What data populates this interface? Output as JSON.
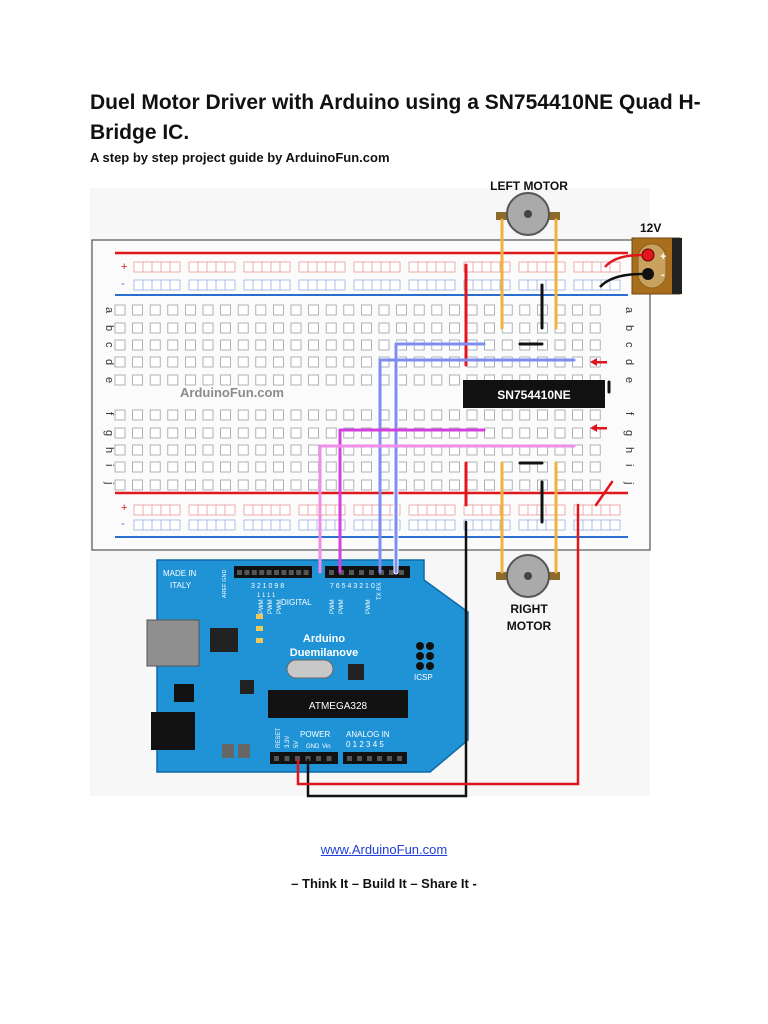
{
  "document": {
    "title": "Duel Motor Driver with Arduino using a SN754410NE Quad H-Bridge IC.",
    "subtitle": "A step by step project guide by ArduinoFun.com",
    "link": "www.ArduinoFun.com",
    "tagline": "– Think It – Build It – Share It -"
  },
  "diagram": {
    "left_motor_label": "LEFT MOTOR",
    "right_motor_label_1": "RIGHT",
    "right_motor_label_2": "MOTOR",
    "power_label": "12V",
    "power_plus": "+",
    "power_minus": "-",
    "rail_plus": "+",
    "rail_minus": "-",
    "breadboard_watermark": "ArduinoFun.com",
    "chip_label": "SN754410NE",
    "row_letters": [
      "a",
      "b",
      "c",
      "d",
      "e",
      "f",
      "g",
      "h",
      "i",
      "j"
    ],
    "arduino": {
      "made_in_1": "MADE IN",
      "made_in_2": "ITALY",
      "digital_label": "DIGITAL",
      "board_name_1": "Arduino",
      "board_name_2": "Duemilanove",
      "chip": "ATMEGA328",
      "icsp": "ICSP",
      "power_label": "POWER",
      "analog_label": "ANALOG  IN",
      "analog_pins": "0 1 2 3 4 5",
      "digital_pins_1": "3 2 1 0 9 8",
      "digital_pins_2": "7 6 5 4 3 2 1 0",
      "digital_pins_1_top": "1 1 1 1",
      "aref_gnd": "AREF GND",
      "tx_rx": "TX RX",
      "pwm": "PWM",
      "reset": "RESET",
      "v33": "3.3V",
      "v5": "5V",
      "gnd": "GND",
      "vin": "Vin"
    }
  },
  "colors": {
    "red_wire": "#e0161c",
    "black_wire": "#111111",
    "blue_wire": "#7f8df0",
    "magenta_wire": "#d43fe0",
    "pink_wire": "#ef8ee8",
    "motor_wire": "#f0b23c",
    "arduino_blue": "#1f93d6"
  }
}
